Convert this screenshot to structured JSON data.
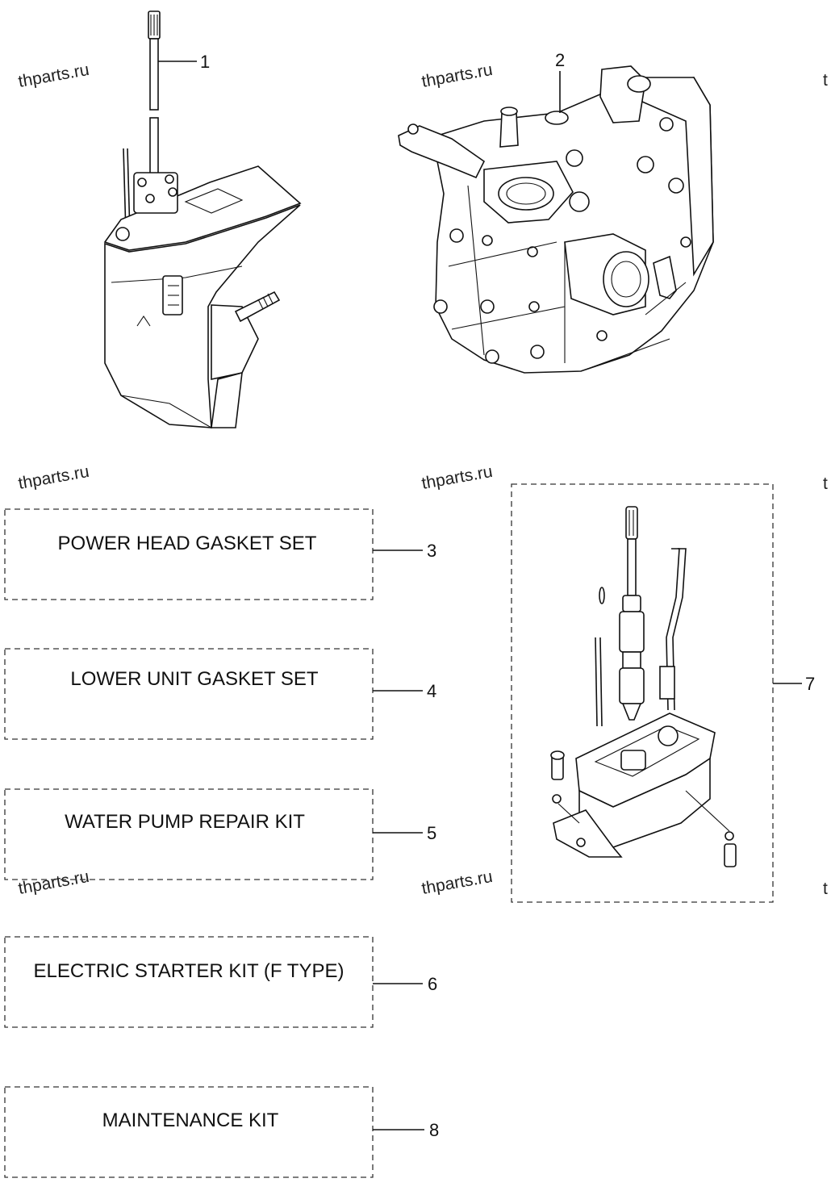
{
  "watermark": "thparts.ru",
  "watermark_edge": "t",
  "parts": [
    {
      "number": "1"
    },
    {
      "number": "2"
    },
    {
      "number": "3",
      "label": "POWER HEAD GASKET SET"
    },
    {
      "number": "4",
      "label": "LOWER UNIT GASKET SET"
    },
    {
      "number": "5",
      "label": "WATER PUMP REPAIR KIT"
    },
    {
      "number": "6",
      "label": "ELECTRIC STARTER KIT (F TYPE)"
    },
    {
      "number": "7"
    },
    {
      "number": "8",
      "label": "MAINTENANCE KIT"
    }
  ]
}
